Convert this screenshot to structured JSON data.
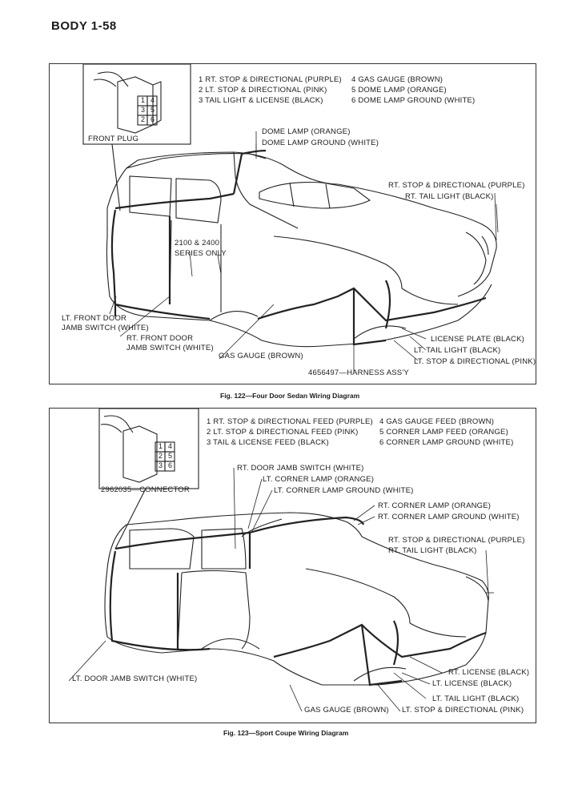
{
  "header": {
    "page_label": "BODY 1-58"
  },
  "fig122": {
    "caption": "Fig. 122—Four Door Sedan Wiring Diagram",
    "legend_left": [
      "1  RT. STOP & DIRECTIONAL (PURPLE)",
      "2  LT. STOP & DIRECTIONAL (PINK)",
      "3  TAIL LIGHT & LICENSE (BLACK)"
    ],
    "legend_right": [
      "4  GAS GAUGE (BROWN)",
      "5  DOME LAMP (ORANGE)",
      "6  DOME LAMP GROUND (WHITE)"
    ],
    "plug_numbers": [
      "1",
      "2",
      "3",
      "4",
      "5",
      "6"
    ],
    "labels": {
      "front_plug": "FRONT PLUG",
      "dome_lamp": "DOME LAMP (ORANGE)",
      "dome_lamp_ground": "DOME LAMP GROUND (WHITE)",
      "rt_stop": "RT. STOP & DIRECTIONAL (PURPLE)",
      "rt_tail": "RT. TAIL LIGHT (BLACK)",
      "series_1": "2100 & 2400",
      "series_2": "SERIES ONLY",
      "lt_front_door_1": "LT. FRONT DOOR",
      "lt_front_door_2": "JAMB SWITCH (WHITE)",
      "rt_front_door_1": "RT. FRONT DOOR",
      "rt_front_door_2": "JAMB SWITCH (WHITE)",
      "gas_gauge": "GAS GAUGE (BROWN)",
      "harness": "4656497—HARNESS ASS'Y",
      "license_plate": "LICENSE PLATE (BLACK)",
      "lt_tail": "LT. TAIL LIGHT (BLACK)",
      "lt_stop": "LT. STOP & DIRECTIONAL (PINK)"
    }
  },
  "fig123": {
    "caption": "Fig. 123—Sport Coupe Wiring Diagram",
    "legend_left": [
      "1  RT. STOP & DIRECTIONAL FEED (PURPLE)",
      "2  LT. STOP & DIRECTIONAL FEED (PINK)",
      "3  TAIL & LICENSE FEED (BLACK)"
    ],
    "legend_right": [
      "4  GAS GAUGE FEED (BROWN)",
      "5  CORNER LAMP FEED (ORANGE)",
      "6  CORNER LAMP GROUND (WHITE)"
    ],
    "plug_numbers": [
      "1",
      "2",
      "3",
      "4",
      "5",
      "6"
    ],
    "labels": {
      "connector": "2962035—CONNECTOR",
      "rt_door_jamb": "RT. DOOR JAMB SWITCH (WHITE)",
      "lt_corner_lamp": "LT. CORNER LAMP (ORANGE)",
      "lt_corner_ground": "LT. CORNER LAMP GROUND (WHITE)",
      "rt_corner_lamp": "RT. CORNER LAMP (ORANGE)",
      "rt_corner_ground": "RT. CORNER LAMP GROUND (WHITE)",
      "rt_stop": "RT. STOP & DIRECTIONAL (PURPLE)",
      "rt_tail": "RT. TAIL LIGHT (BLACK)",
      "lt_door_jamb": "LT. DOOR JAMB SWITCH (WHITE)",
      "rt_license": "RT. LICENSE (BLACK)",
      "lt_license": "LT. LICENSE (BLACK)",
      "lt_tail": "LT. TAIL LIGHT (BLACK)",
      "gas_gauge": "GAS GAUGE (BROWN)",
      "lt_stop": "LT. STOP & DIRECTIONAL (PINK)"
    }
  }
}
